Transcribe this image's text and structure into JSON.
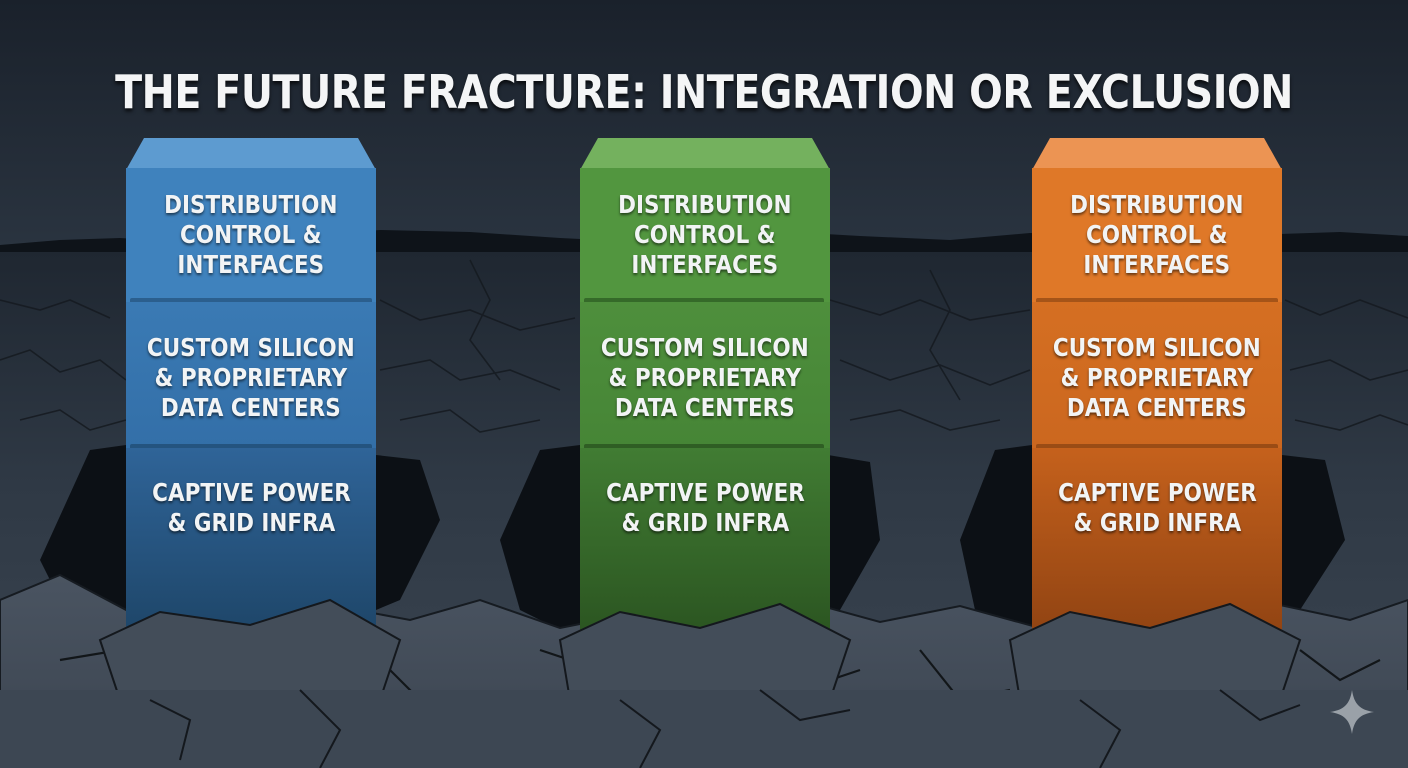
{
  "title": "THE FUTURE FRACTURE: INTEGRATION OR EXCLUSION",
  "columns": [
    {
      "color": "#3f7fb9",
      "top_color": "#5d9bd0",
      "blocks": [
        {
          "label": "DISTRIBUTION\nCONTROL &\nINTERFACES"
        },
        {
          "label": "CUSTOM SILICON\n& PROPRIETARY\nDATA CENTERS"
        },
        {
          "label": "CAPTIVE POWER\n& GRID INFRA"
        }
      ]
    },
    {
      "color": "#4f9240",
      "top_color": "#74b15e",
      "blocks": [
        {
          "label": "DISTRIBUTION\nCONTROL &\nINTERFACES"
        },
        {
          "label": "CUSTOM SILICON\n& PROPRIETARY\nDATA CENTERS"
        },
        {
          "label": "CAPTIVE POWER\n& GRID INFRA"
        }
      ]
    },
    {
      "color": "#dc7426",
      "top_color": "#ec9453",
      "blocks": [
        {
          "label": "DISTRIBUTION\nCONTROL &\nINTERFACES"
        },
        {
          "label": "CUSTOM SILICON\n& PROPRIETARY\nDATA CENTERS"
        },
        {
          "label": "CAPTIVE POWER\n& GRID INFRA"
        }
      ]
    }
  ],
  "watermark": {
    "icon": "sparkle-icon"
  }
}
